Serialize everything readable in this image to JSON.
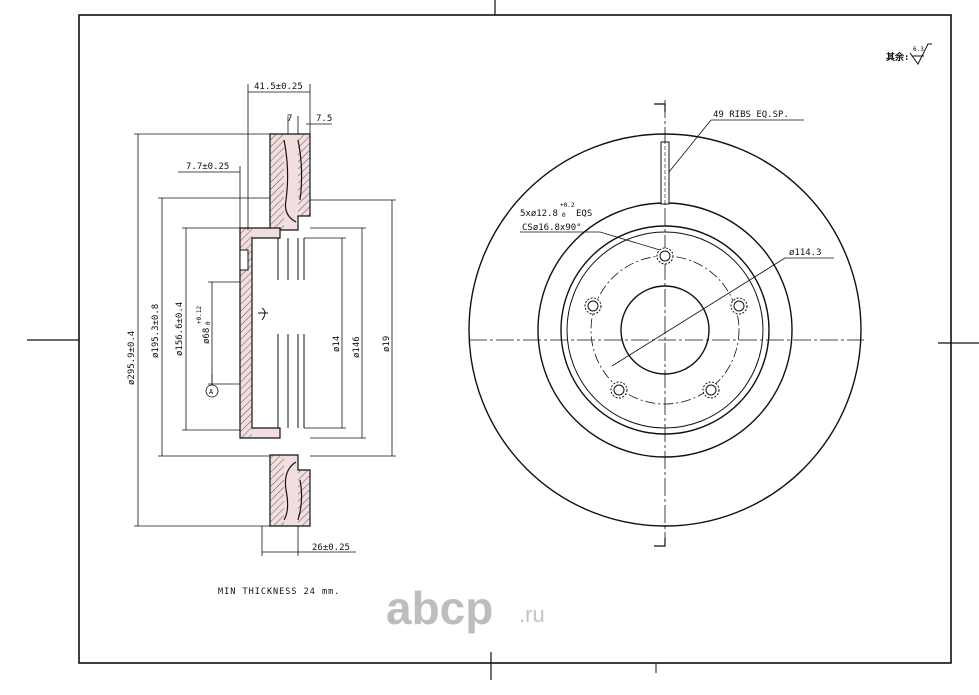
{
  "corner_note": {
    "label": "其余:",
    "roughness": "6.3"
  },
  "side_view": {
    "dims": {
      "overall_width": "41.5±0.25",
      "rib": "7",
      "rib2": "7.5",
      "hat_offset": "7.7±0.25",
      "hub_thickness": "26±0.25",
      "outer_dia": "ø295.9±0.4",
      "dia_195": "ø195.3±0.8",
      "dia_156": "ø156.6±0.4",
      "center_bore": "ø68",
      "center_bore_tol": "+0.12",
      "center_bore_tol_low": "0",
      "dia_141": "ø14",
      "dia_146": "ø146",
      "dia_19x": "ø19"
    },
    "datum": "A"
  },
  "front_view": {
    "ribs_note": "49 RIBS EQ.SP.",
    "bolt_holes": "5xø12.8",
    "bolt_tol_hi": "+0.2",
    "bolt_tol_lo": "0",
    "bolt_suffix": "EQS",
    "countersink": "CSø16.8x90°",
    "pcd": "ø114.3"
  },
  "min_thickness": "MIN THICKNESS 24 mm.",
  "watermark": {
    "brand": "abcp",
    "tld": ".ru"
  }
}
